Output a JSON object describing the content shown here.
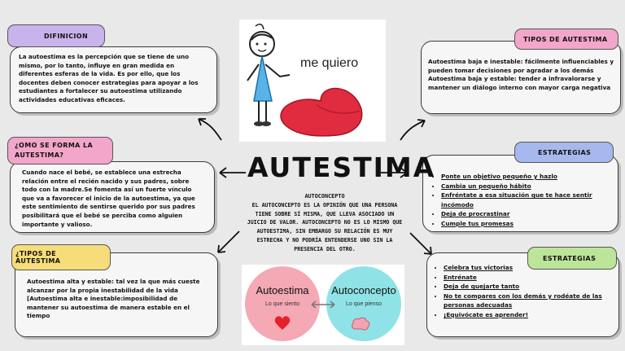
{
  "main_title": "AUTESTIMA",
  "illustration": {
    "caption": "me quiero"
  },
  "center": {
    "heading": "AUTOCONCEPTO",
    "text": "EL AUTOCONCEPTO ES LA OPINIÓN QUE UNA PERSONA TIENE SOBRE SÍ MISMA, QUE LLEVA ASOCIADO UN JUICIO DE VALOR. AUTOCONCEPTO NO ES LO MISMO QUE AUTOESTIMA, SIN EMBARGO SU RELACIÓN ES MUY ESTRECHA Y NO PODRÍA ENTENDERSE UNO SIN LA PRESENCIA DEL OTRO."
  },
  "venn": {
    "left_label": "Autoestima",
    "left_sub": "Lo que siento",
    "right_label": "Autoconcepto",
    "right_sub": "Lo que pienso",
    "left_color": "#f4a9b4",
    "right_color": "#8fe3e6"
  },
  "boxes": {
    "definicion": {
      "tag": "DIFINICION",
      "text": "La autoestima es la percepción que se tiene de uno mismo, por lo tanto, influye en gran medida en diferentes esferas de la vida. Es por ello, que los docentes deben conocer estrategias para apoyar a los estudiantes a fortalecer su autoestima utilizando actividades educativas eficaces."
    },
    "como_se_forma": {
      "tag": "¿OMO SE FORMA LA AUTESTIMA?",
      "text": "Cuando nace el bebé, se establece una estrecha relación entre el recién nacido y sus padres, sobre todo con la madre.Se fomenta así un fuerte vínculo que va a favorecer el inicio de la autoestima, ya que este sentimiento de sentirse querido por sus padres posibilitará que el bebé se perciba como alguien importante y valioso."
    },
    "tipos_left": {
      "tag": "¿TIPOS DE AUTESTIMA",
      "text": "Autoestima alta y estable: tal vez la que más cueste alcanzar por la propia inestabilidad de la vida [Autoestima alta e inestable:imposibilidad de mantener su autoestima de manera estable en el tiempo"
    },
    "tipos_right": {
      "tag": "TIPOS DE AUTESTIMA",
      "text": "Autoestima baja e inestable: fácilmente influenciables y pueden tomar decisiones por agradar a los demás Autoestima baja y estable: tender a infravalorarse y mantener un diálogo interno con mayor carga negativa"
    },
    "estrategias_1": {
      "tag": "ESTRATEGIAS",
      "items": [
        "Ponte un objetivo pequeño y hazlo",
        "Cambia un pequeño hábito",
        "Enfréntate a esa situación que te hace sentir incómodo",
        "Deja de procrastinar",
        "Cumple tus promesas"
      ]
    },
    "estrategias_2": {
      "tag": "ESTRATEGIAS",
      "items": [
        "Celebra tus victorias",
        "Entrénate",
        "Deja de quejarte tanto",
        "No te compares con los demás y rodéate de las personas adecuadas",
        "¡Equivócate es aprender!"
      ]
    }
  }
}
